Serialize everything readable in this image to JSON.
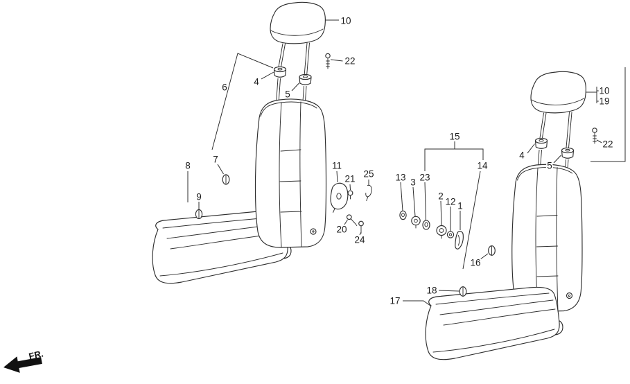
{
  "diagram": {
    "kind": "exploded-parts-diagram",
    "subject": "front-seat-assemblies-with-headrests",
    "direction_label": "FR.",
    "line_color": "#2e2e2e",
    "background_color": "#ffffff",
    "callouts": [
      {
        "part": "left-headrest",
        "label": "10"
      },
      {
        "part": "left-headrest-mount-bolt",
        "label": "22"
      },
      {
        "part": "left-seat-back-frame",
        "label": "6"
      },
      {
        "part": "left-headrest-guide-a",
        "label": "4"
      },
      {
        "part": "left-headrest-guide-b",
        "label": "5"
      },
      {
        "part": "left-seat-back-clip",
        "label": "7"
      },
      {
        "part": "left-seat-cushion",
        "label": "8"
      },
      {
        "part": "left-seat-cushion-clip",
        "label": "9"
      },
      {
        "part": "recliner-cover",
        "label": "11"
      },
      {
        "part": "recliner-cover-bolt",
        "label": "21"
      },
      {
        "part": "recliner-cover-clip",
        "label": "25"
      },
      {
        "part": "recliner-screw-a",
        "label": "20"
      },
      {
        "part": "recliner-screw-b",
        "label": "24"
      },
      {
        "part": "adjuster-knob-set",
        "label": "15"
      },
      {
        "part": "right-seat-back",
        "label": "14"
      },
      {
        "part": "knob-cap-a",
        "label": "13"
      },
      {
        "part": "knob-b",
        "label": "3"
      },
      {
        "part": "knob-cap-c",
        "label": "23"
      },
      {
        "part": "knob-d",
        "label": "2"
      },
      {
        "part": "knob-e",
        "label": "12"
      },
      {
        "part": "adjuster-lever",
        "label": "1"
      },
      {
        "part": "right-seat-back-clip",
        "label": "16"
      },
      {
        "part": "right-headrest",
        "label": "10"
      },
      {
        "part": "right-headrest-assembly",
        "label": "19"
      },
      {
        "part": "right-headrest-mount-bolt",
        "label": "22"
      },
      {
        "part": "right-headrest-guide-a",
        "label": "4"
      },
      {
        "part": "right-headrest-guide-b",
        "label": "5"
      },
      {
        "part": "right-seat-cushion-clip",
        "label": "18"
      },
      {
        "part": "right-seat-cushion",
        "label": "17"
      }
    ]
  }
}
